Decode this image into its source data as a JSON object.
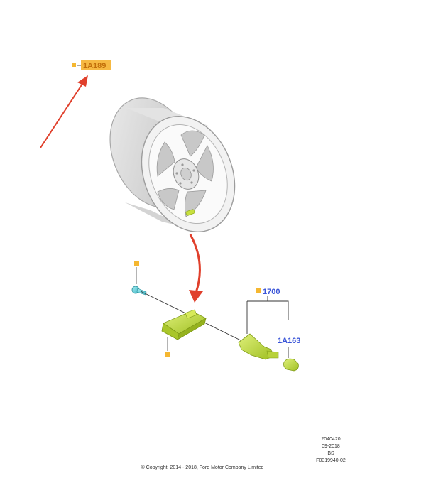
{
  "labels": {
    "wheel_hardware": "1A189",
    "sensor_assembly": "1700",
    "valve_stem": "1A163"
  },
  "footer": {
    "copyright": "© Copyright, 2014 - 2018, Ford Motor Company Limited",
    "code_lines": [
      "2040420",
      "09-2018",
      "BS",
      "F0319940-02"
    ]
  },
  "colors": {
    "marker": "#f5b731",
    "highlight": "#f6b942",
    "label_blue": "#3a55d8",
    "arrow_red": "#e0402c",
    "sensor_green": "#c7df3f",
    "bolt_blue": "#6fd6e0"
  }
}
